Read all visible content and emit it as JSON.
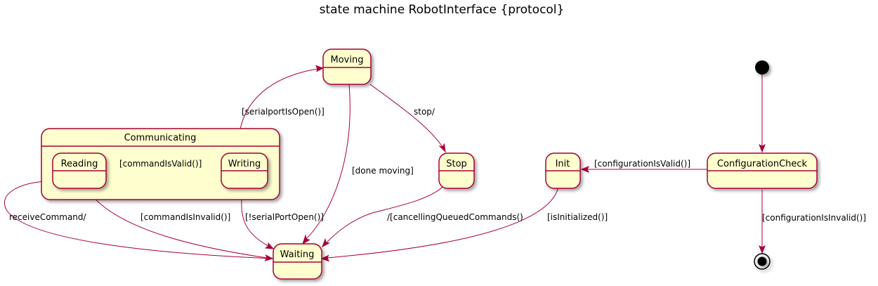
{
  "title": "state machine RobotInterface {protocol}",
  "colors": {
    "state_fill": "#FEFECE",
    "state_border": "#A80036",
    "edge": "#A80036",
    "text": "#000000",
    "background": "#FFFFFF"
  },
  "states": {
    "moving": "Moving",
    "communicating": "Communicating",
    "reading": "Reading",
    "writing": "Writing",
    "stop": "Stop",
    "init": "Init",
    "configuration_check": "ConfigurationCheck",
    "waiting": "Waiting"
  },
  "transitions": {
    "reading_to_writing": "[commandIsValid()]",
    "writing_to_moving": "[serialportIsOpen()]",
    "moving_to_stop": "stop/",
    "moving_to_waiting": "[done moving]",
    "config_to_init": "[configurationIsValid()]",
    "config_to_final": "[configurationIsInvalid()]",
    "waiting_to_reading": "receiveCommand/",
    "reading_to_waiting": "[commandIsInvalid()]",
    "writing_to_waiting": "[!serialPortOpen()]",
    "stop_to_waiting": "/[cancellingQueuedCommands()",
    "init_to_waiting": "[isInitialized()]"
  }
}
